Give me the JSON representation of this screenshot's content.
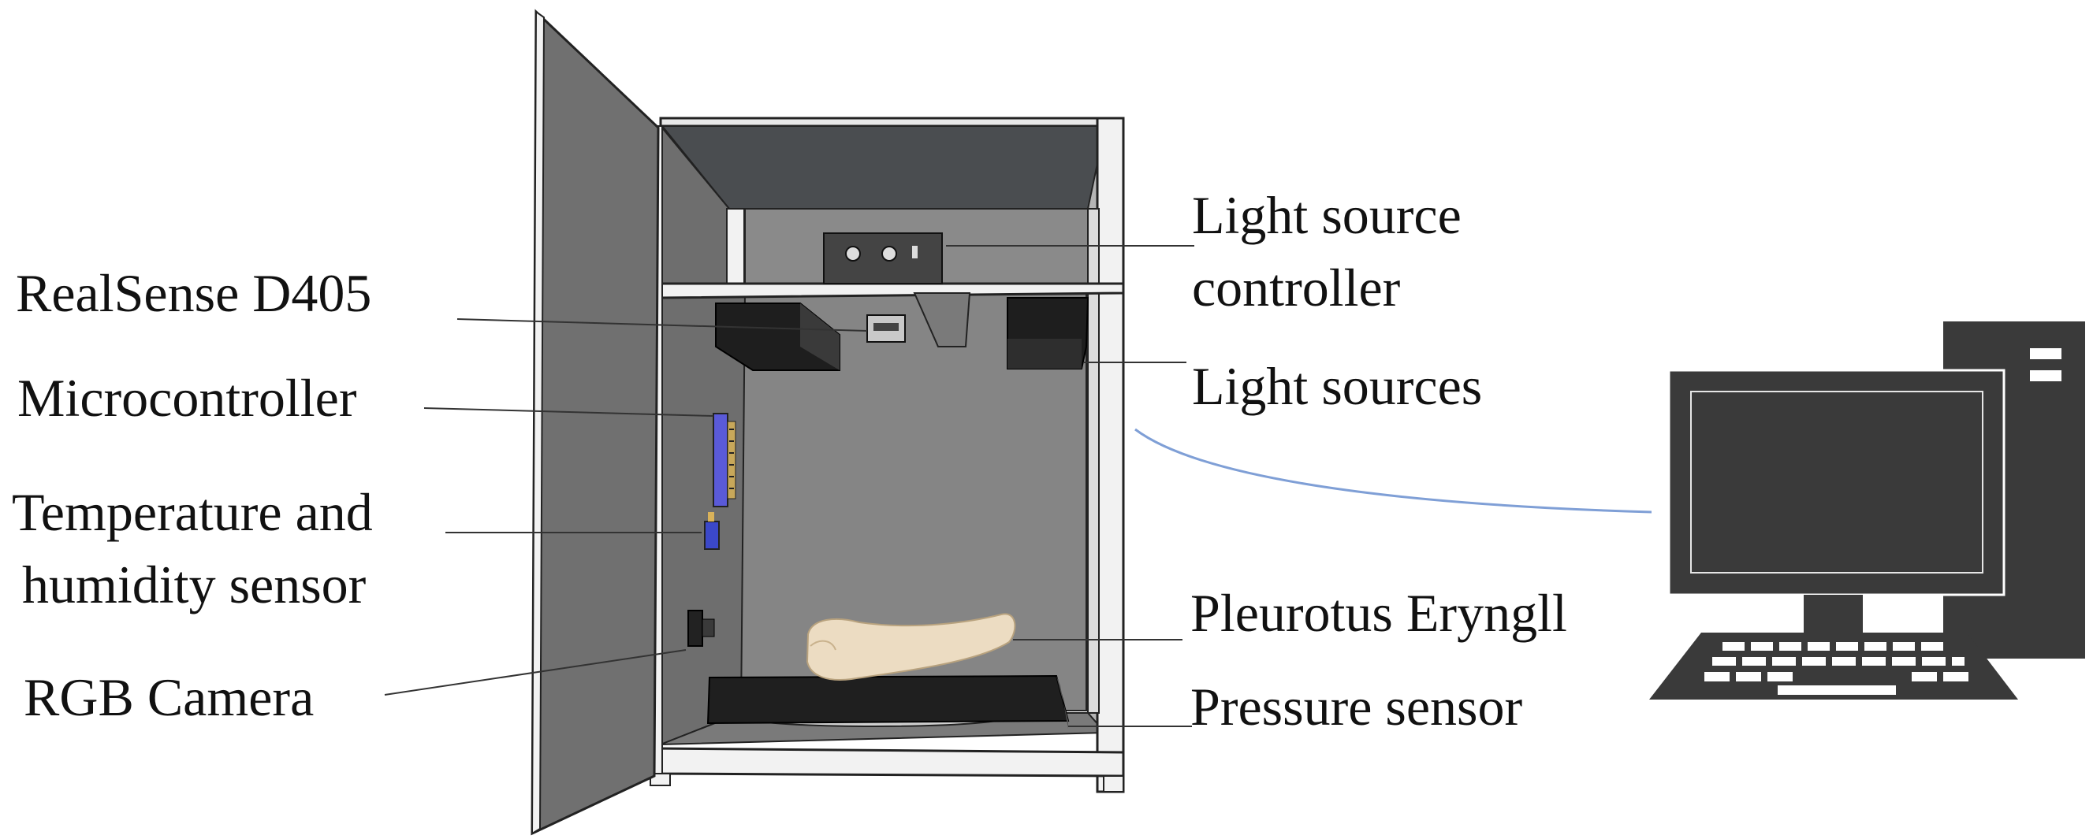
{
  "labels": {
    "realsense": "RealSense D405",
    "microcontroller": "Microcontroller",
    "temp_line1": "Temperature and",
    "temp_line2": "humidity sensor",
    "rgb_camera": "RGB Camera",
    "light_controller_line1": "Light source",
    "light_controller_line2": "controller",
    "light_sources": "Light sources",
    "pleurotus": "Pleurotus Eryngll",
    "pressure_sensor": "Pressure sensor"
  },
  "colors": {
    "cabinet_panel": "#707070",
    "cabinet_interior": "#888888",
    "cabinet_dark": "#4a4d50",
    "frame": "#f2f2f2",
    "light_box": "#1e1e1e",
    "microcontroller": "#5a5ad8",
    "sensor": "#3b48c9",
    "mushroom": "#ecdcc2",
    "cable": "#7f9fd6",
    "computer": "#3a3a3a"
  },
  "icons": [
    "cabinet-illustration",
    "computer-icon",
    "camera-icon",
    "mushroom-icon"
  ]
}
